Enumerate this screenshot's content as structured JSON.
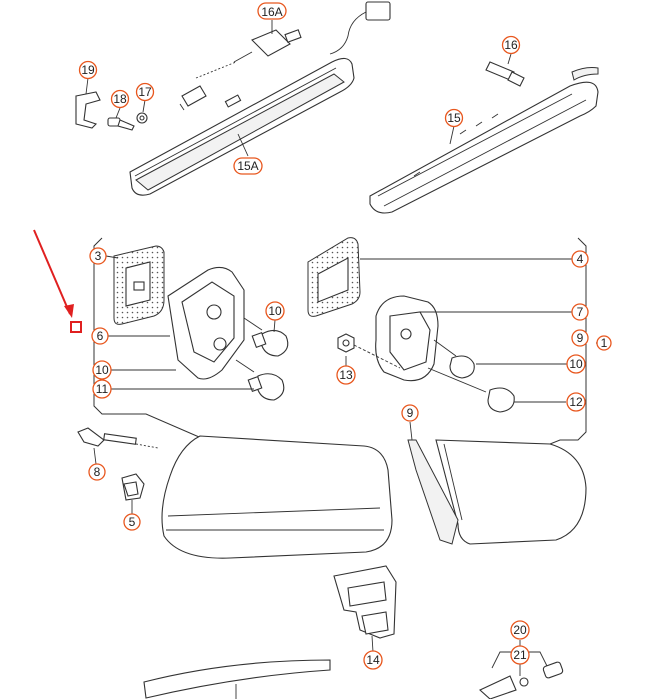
{
  "diagram": {
    "labels": [
      "16A",
      "19",
      "18",
      "17",
      "15A",
      "16",
      "15",
      "3",
      "4",
      "6",
      "7",
      "10",
      "10",
      "9",
      "1",
      "13",
      "10",
      "10",
      "11",
      "12",
      "9",
      "8",
      "5",
      "14",
      "20",
      "21"
    ],
    "colors": {
      "callout": "#e8571e",
      "arrow": "#e02020",
      "line": "#333333"
    }
  }
}
